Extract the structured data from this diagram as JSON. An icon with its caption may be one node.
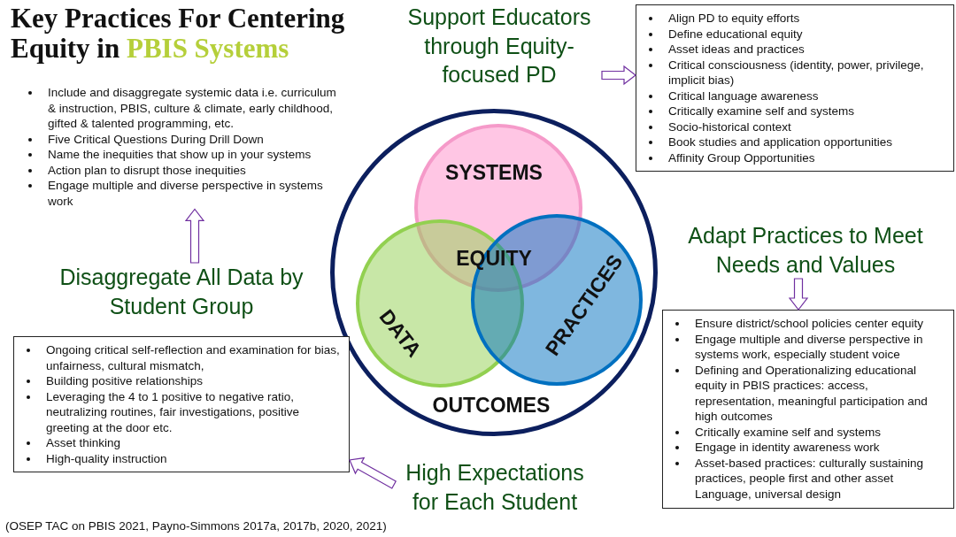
{
  "diagram": {
    "title": "Key Practices For Centering Equity in PBIS Systems",
    "nodes": [
      {
        "text": [
          "Include and disaggregate systemic data i.e. curriculum & instruction, PBIS, culture & climate, early childhood, gifted & talented programming, etc.",
          "Five Critical Questions During Drill Down",
          "Name the inequities that show up in your systems",
          "Action plan to disrupt those inequities",
          "Engage multiple and diverse perspective in systems work"
        ]
      },
      {
        "text": [
          "Support Educators through Equity-focused PD"
        ]
      },
      {
        "text": [
          "Align PD to equity efforts",
          "Define educational equity",
          "Asset ideas and practices",
          "Critical consciousness (identity, power, privilege, implicit bias)",
          "Critical language awareness",
          "Critically examine self and systems",
          "Socio-historical context",
          "Book studies and application opportunities",
          "Affinity Group Opportunities"
        ]
      },
      {
        "text": [
          "OUTCOMES"
        ]
      },
      {
        "text": [
          "SYSTEMS"
        ],
        "in": 3
      },
      {
        "text": [
          "DATA"
        ],
        "in": 3
      },
      {
        "text": [
          "PRACTICES"
        ],
        "in": 3
      },
      {
        "text": [
          "Adapt Practices to Meet Needs and Values"
        ]
      },
      {
        "text": [
          "Disaggregate All Data by Student Group"
        ]
      },
      {
        "text": [
          "Ongoing critical self-reflection and examination for bias, unfairness, cultural mismatch,",
          "Building positive relationships",
          "Leveraging the 4 to 1 positive to negative ratio, neutralizing routines, fair investigations, positive greeting at the door etc.",
          "Asset thinking",
          "High-quality instruction"
        ]
      },
      {
        "text": [
          "High Expectations for Each Student"
        ]
      },
      {
        "text": [
          "Ensure district/school policies center equity",
          "Engage multiple and diverse perspective in systems work, especially student voice",
          "Defining and Operationalizing educational equity in PBIS practices: access, representation, meaningful participation and high outcomes",
          "Critically examine self and systems",
          "Engage in identity awareness work",
          "Asset-based practices: culturally sustaining practices, people first and other asset Language, universal design"
        ]
      }
    ],
    "edges": [
      {
        "from": 1,
        "to": 2,
        "arrow": "to"
      },
      {
        "from": 8,
        "to": 0,
        "arrow": "to"
      },
      {
        "from": 7,
        "to": 11,
        "arrow": "to"
      },
      {
        "from": 10,
        "to": 9,
        "arrow": "to"
      }
    ],
    "labels": [
      "EQUITY"
    ],
    "caption": "(OSEP TAC on PBIS 2021, Payno-Simmons 2017a, 2017b, 2020, 2021)"
  }
}
